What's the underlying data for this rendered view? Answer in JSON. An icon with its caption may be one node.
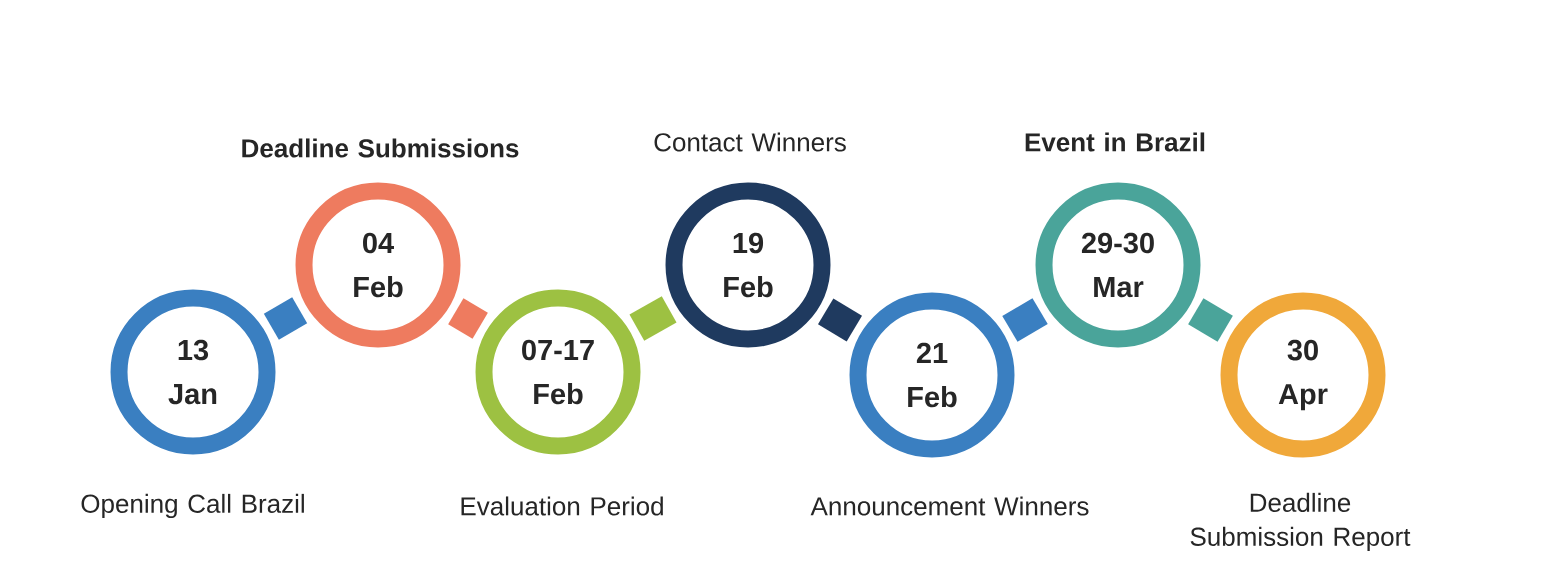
{
  "diagram": {
    "nodes": [
      {
        "text": [
          "13 Jan"
        ],
        "beside": [
          "Opening Call Brazil"
        ]
      },
      {
        "text": [
          "04 Feb"
        ],
        "beside": [
          "Deadline Submissions"
        ]
      },
      {
        "text": [
          "07-17 Feb"
        ],
        "beside": [
          "Evaluation Period"
        ]
      },
      {
        "text": [
          "19 Feb"
        ],
        "beside": [
          "Contact Winners"
        ]
      },
      {
        "text": [
          "21 Feb"
        ],
        "beside": [
          "Announcement Winners"
        ]
      },
      {
        "text": [
          "29-30 Mar"
        ],
        "beside": [
          "Event in Brazil"
        ]
      },
      {
        "text": [
          "30 Apr"
        ],
        "beside": [
          "Deadline Submission Report"
        ]
      }
    ],
    "edges": [
      {
        "from": 0,
        "to": 1,
        "arrow": "none"
      },
      {
        "from": 1,
        "to": 2,
        "arrow": "none",
        "color": "#ee7b5f"
      },
      {
        "from": 2,
        "to": 3,
        "arrow": "none",
        "color": "#9dc142"
      },
      {
        "from": 3,
        "to": 4,
        "arrow": "none",
        "color": "#1f3a5f"
      },
      {
        "from": 4,
        "to": 5,
        "arrow": "none"
      },
      {
        "from": 5,
        "to": 6,
        "arrow": "none",
        "color": "#4aa49a"
      }
    ]
  }
}
